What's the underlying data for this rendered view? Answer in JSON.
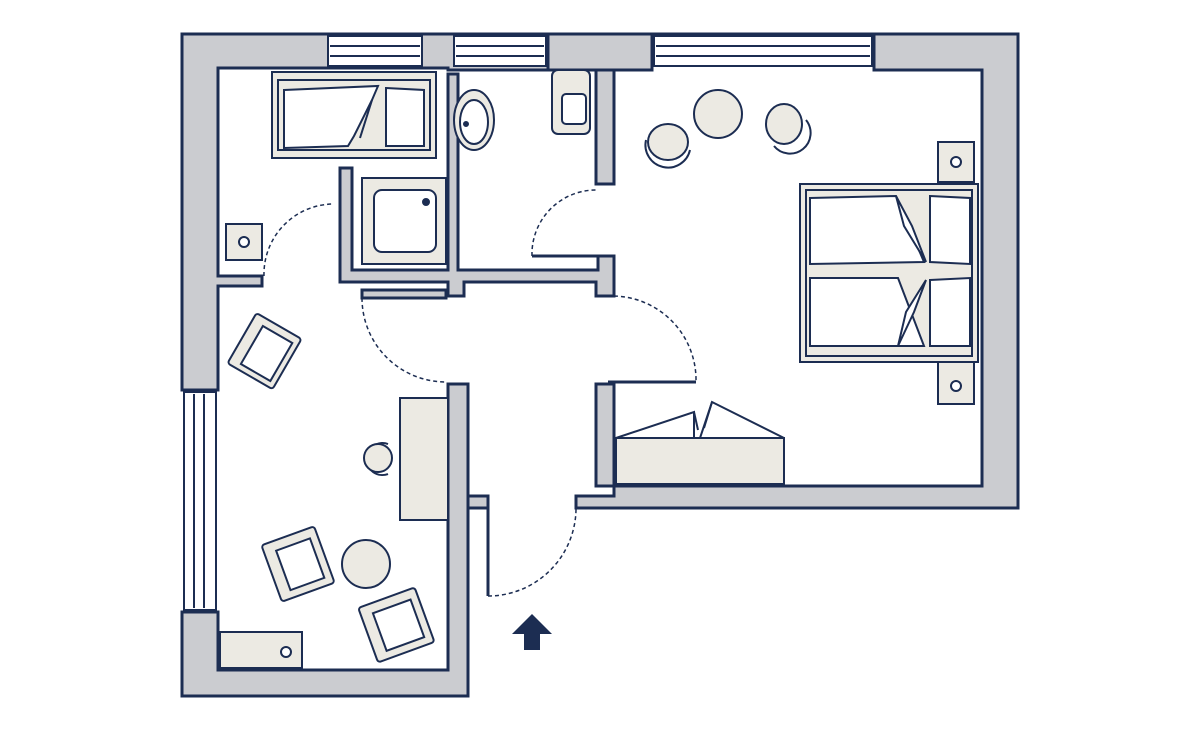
{
  "plan": {
    "colors": {
      "background": "#ffffff",
      "wall_fill": "#cbccd0",
      "wall_line": "#1c2d52",
      "furniture_fill": "#eceae3",
      "window_fill": "#ffffff"
    },
    "rooms": [
      {
        "id": "living-room",
        "furniture": [
          "sofa-bed",
          "side-table",
          "armchair",
          "desk",
          "desk-chair",
          "armchair",
          "round-table",
          "armchair",
          "sideboard"
        ]
      },
      {
        "id": "bathroom",
        "furniture": [
          "bathtub",
          "washbasin",
          "toilet",
          "shower"
        ]
      },
      {
        "id": "bedroom",
        "furniture": [
          "double-bed",
          "nightstand",
          "nightstand",
          "round-table",
          "chair",
          "chair",
          "wardrobe"
        ]
      },
      {
        "id": "hallway",
        "furniture": []
      }
    ],
    "entrance": {
      "icon": "arrow-up-icon"
    }
  }
}
